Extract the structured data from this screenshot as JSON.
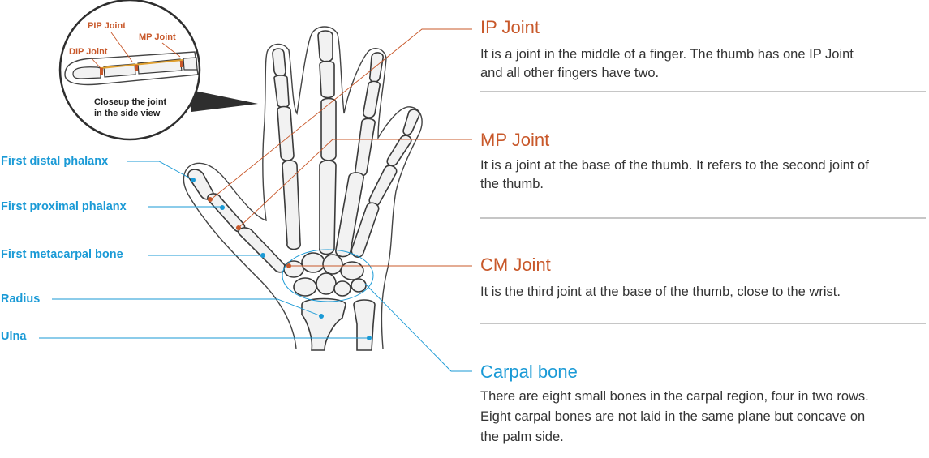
{
  "colors": {
    "orange": "#c8582a",
    "blue": "#1a9ad6",
    "divider": "#8c8c8c",
    "text": "#333333"
  },
  "closeup": {
    "labels": [
      "PIP Joint",
      "MP Joint",
      "DIP Joint"
    ],
    "caption": [
      "Closeup the joint",
      "in the side view"
    ]
  },
  "bone_labels": [
    "First distal phalanx",
    "First proximal phalanx",
    "First metacarpal bone",
    "Radius",
    "Ulna"
  ],
  "joints": [
    {
      "title": "IP Joint",
      "lines": [
        "It is a joint in the middle of a finger. The thumb has one IP Joint",
        "and all other fingers have two."
      ]
    },
    {
      "title": "MP Joint",
      "lines": [
        "It is a joint at the base of the thumb. It refers to the second joint of",
        "the thumb."
      ]
    },
    {
      "title": "CM Joint",
      "lines": [
        "It is the third joint at the base of the thumb, close to the wrist."
      ]
    },
    {
      "title": "Carpal bone",
      "lines": [
        "There are eight small bones in the carpal region, four in two rows.",
        "Eight carpal bones are not laid in the same plane but concave on",
        "the palm side."
      ]
    }
  ]
}
